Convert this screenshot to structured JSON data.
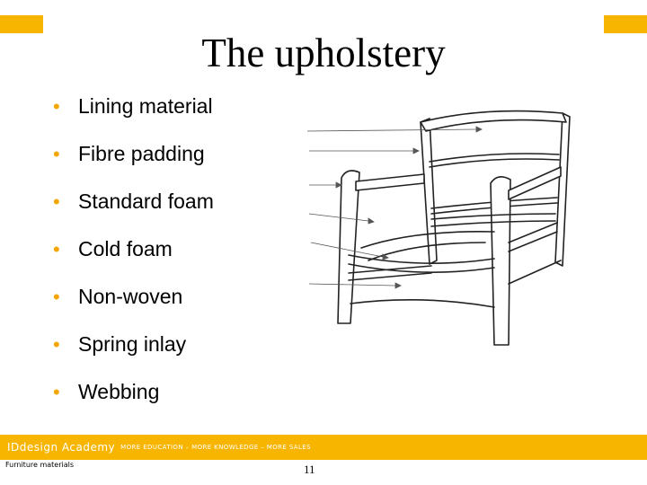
{
  "slide": {
    "title": "The upholstery",
    "bullets": [
      "Lining material",
      "Fibre padding",
      "Standard foam",
      "Cold foam",
      "Non-woven",
      "Spring inlay",
      "Webbing"
    ],
    "bullet_glyph": "•",
    "colors": {
      "accent": "#f7b500",
      "bullet": "#f3a500"
    }
  },
  "footer": {
    "brand": "IDdesign Academy",
    "tagline": "MORE EDUCATION – MORE KNOWLEDGE – MORE SALES",
    "section": "Furniture materials",
    "page_number": "11"
  },
  "illustration": {
    "icon": "armchair-frame-drawing"
  }
}
